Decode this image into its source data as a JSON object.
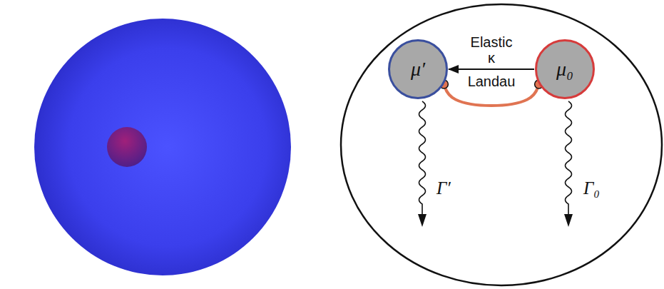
{
  "diagram": {
    "nodes": [
      {
        "text": [
          "μ′"
        ]
      },
      {
        "text": [
          "μ₀"
        ]
      }
    ],
    "edges": [
      {
        "from": 1,
        "to": 0,
        "arrow": "to",
        "label": "Elastic κ"
      },
      {
        "from": 0,
        "to": 1,
        "arrow": "none",
        "label": "Landau"
      }
    ],
    "labels": [
      "Γ′",
      "Γ₀"
    ]
  }
}
